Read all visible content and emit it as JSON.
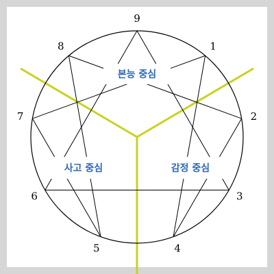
{
  "points": [
    {
      "label": "9",
      "angle": 90
    },
    {
      "label": "1",
      "angle": 50
    },
    {
      "label": "2",
      "angle": 10
    },
    {
      "label": "3",
      "angle": -30
    },
    {
      "label": "4",
      "angle": -70
    },
    {
      "label": "5",
      "angle": -110
    },
    {
      "label": "6",
      "angle": -150
    },
    {
      "label": "7",
      "angle": 170
    },
    {
      "label": "8",
      "angle": 130
    }
  ],
  "connections": [
    [
      "9",
      "3"
    ],
    [
      "3",
      "6"
    ],
    [
      "6",
      "9"
    ],
    [
      "1",
      "4"
    ],
    [
      "4",
      "2"
    ],
    [
      "2",
      "8"
    ],
    [
      "8",
      "5"
    ],
    [
      "5",
      "7"
    ],
    [
      "7",
      "1"
    ]
  ],
  "centers": [
    {
      "name": "instinct-center",
      "label": "본능 중심"
    },
    {
      "name": "feeling-center",
      "label": "감정 중심"
    },
    {
      "name": "thinking-center",
      "label": "사고 중심"
    }
  ],
  "colors": {
    "line": "#000000",
    "divider": "#c8d21e",
    "center_text": "#2e67b8",
    "frame": "#d6d6d6"
  }
}
